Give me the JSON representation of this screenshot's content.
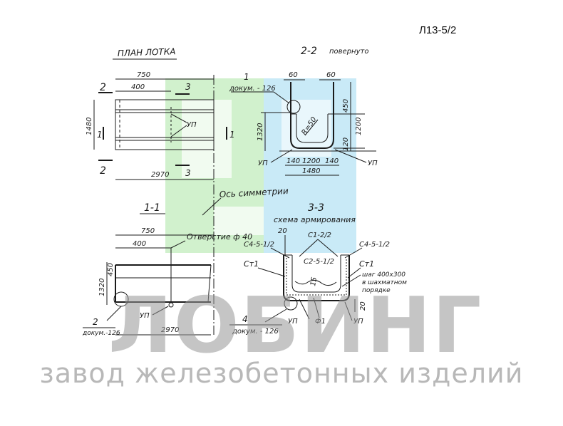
{
  "sheet_code": "Л13-5/2",
  "watermark": {
    "word": "ЛОБИНГ",
    "subtitle": "завод железобетонных изделий",
    "colors": {
      "green": "#c9efc4",
      "blue": "#bfe6f6",
      "gray": "#969696"
    }
  },
  "plan": {
    "title": "ПЛАН ЛОТКА",
    "dim_750": "750",
    "dim_400": "400",
    "dim_1480": "1480",
    "dim_2970": "2970",
    "section_2": "2",
    "section_3": "3",
    "section_1": "1",
    "label_up": "УП"
  },
  "section22": {
    "title": "2-2",
    "note": "повернуто",
    "callout_num": "1",
    "callout_doc": "докум. - 126",
    "dim_60a": "60",
    "dim_60b": "60",
    "dim_450": "450",
    "dim_1320": "1320",
    "dim_1200v": "1200",
    "dim_120": "120",
    "radius": "R=50",
    "dim_140a": "140",
    "dim_1200h": "1200",
    "dim_140b": "140",
    "dim_1480": "1480",
    "label_up_left": "УП",
    "label_up_right": "УП"
  },
  "axis_label": "Ось симметрии",
  "section11": {
    "title": "1-1",
    "dim_750": "750",
    "dim_400": "400",
    "hole": "Отверстие ф 40",
    "dim_1320": "1320",
    "dim_450": "450",
    "label_up": "УП",
    "dim_2970": "2970",
    "callout_num": "2",
    "callout_doc": "докум.-126"
  },
  "section33": {
    "title": "3-3",
    "subtitle": "схема армирования",
    "dim_20top": "20",
    "c1": "С1-2/2",
    "c4_left": "С4-5-1/2",
    "c4_right": "С4-5-1/2",
    "c2": "С2-5-1/2",
    "st1_left": "Ст1",
    "st1_right": "Ст1",
    "step_note_1": "шаг 400х300",
    "step_note_2": "в шахматном",
    "step_note_3": "порядке",
    "dim_15": "15",
    "dim_20bot": "20",
    "callout_num": "4",
    "callout_doc": "докум. - 126",
    "label_up_left": "УП",
    "phi": "Ф1",
    "label_up_right": "УП"
  }
}
